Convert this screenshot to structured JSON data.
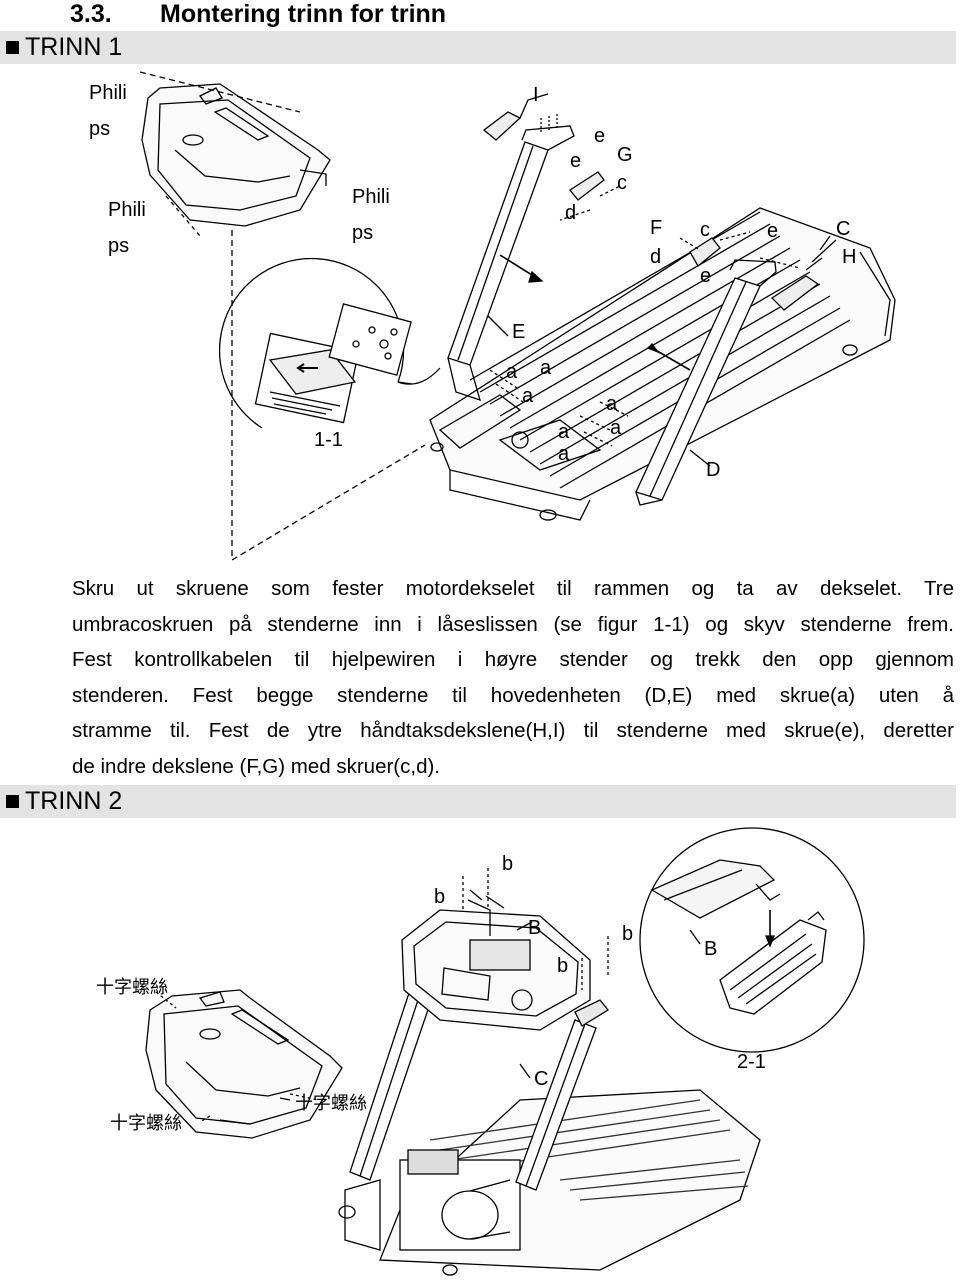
{
  "section": {
    "number": "3.3.",
    "title": "Montering trinn for trinn"
  },
  "steps": [
    {
      "label": "TRINN 1"
    },
    {
      "label": "TRINN 2"
    }
  ],
  "figure1": {
    "labels": {
      "phili_1a": "Phili",
      "phili_1b": "ps",
      "phili_2a": "Phili",
      "phili_2b": "ps",
      "phili_3a": "Phili",
      "phili_3b": "ps",
      "I": "I",
      "e1": "e",
      "e2": "e",
      "G": "G",
      "c1": "c",
      "d1": "d",
      "F": "F",
      "c2": "c",
      "e3": "e",
      "C": "C",
      "d2": "d",
      "H": "H",
      "e4": "e",
      "E": "E",
      "a1": "a",
      "a2": "a",
      "a3": "a",
      "a4": "a",
      "a5": "a",
      "a6": "a",
      "a7": "a",
      "D": "D",
      "detail": "1-1"
    }
  },
  "instructions": {
    "lines": [
      "Skru ut skruene som fester motordekselet til rammen og ta av dekselet. Tre",
      "umbracoskruen på stenderne inn i låseslissen (se figur 1-1) og skyv stenderne frem.",
      "Fest kontrollkabelen til hjelpewiren i høyre stender og trekk den opp gjennom",
      "stenderen. Fest begge stenderne til hovedenheten (D,E) med skrue(a) uten å",
      "stramme til. Fest de ytre håndtaksdekslene(H,I) til stenderne med skrue(e), deretter",
      "de indre dekslene (F,G) med skruer(c,d)."
    ]
  },
  "figure2": {
    "labels": {
      "b1": "b",
      "b2": "b",
      "b3": "b",
      "b4": "b",
      "B1": "B",
      "B2": "B",
      "C": "C",
      "detail": "2-1",
      "cross_screw_1": "十字螺絲",
      "cross_screw_2": "十字螺絲",
      "cross_screw_3": "十字螺絲"
    }
  }
}
